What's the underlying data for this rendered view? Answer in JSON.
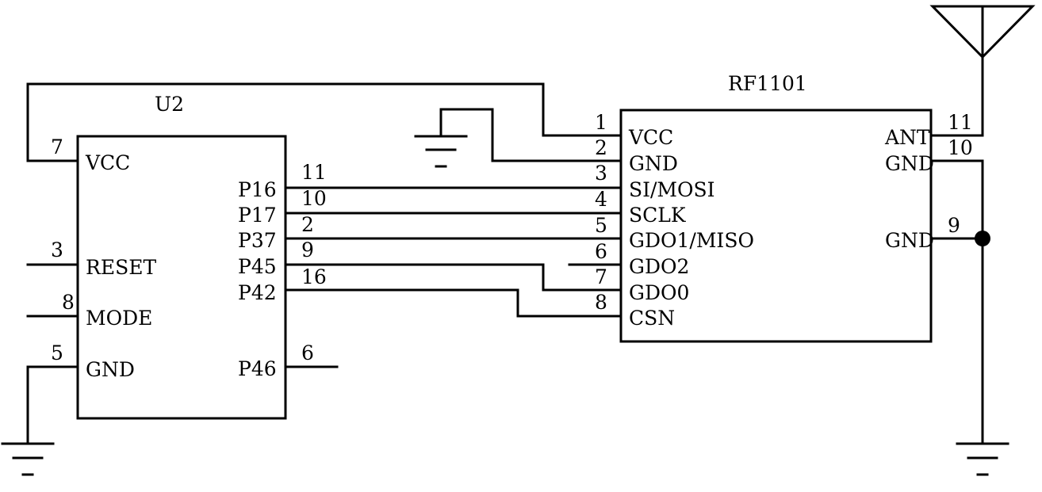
{
  "u2": {
    "designator": "U2",
    "pins": [
      {
        "num": "7",
        "name": "VCC"
      },
      {
        "num": "3",
        "name": "RESET"
      },
      {
        "num": "8",
        "name": "MODE"
      },
      {
        "num": "5",
        "name": "GND"
      },
      {
        "num": "11",
        "name": "P16"
      },
      {
        "num": "10",
        "name": "P17"
      },
      {
        "num": "2",
        "name": "P37"
      },
      {
        "num": "9",
        "name": "P45"
      },
      {
        "num": "16",
        "name": "P42"
      },
      {
        "num": "6",
        "name": "P46"
      }
    ]
  },
  "rf": {
    "designator": "RF1101",
    "pins": [
      {
        "num": "1",
        "name": "VCC"
      },
      {
        "num": "2",
        "name": "GND"
      },
      {
        "num": "3",
        "name": "SI/MOSI"
      },
      {
        "num": "4",
        "name": "SCLK"
      },
      {
        "num": "5",
        "name": "GDO1/MISO"
      },
      {
        "num": "6",
        "name": "GDO2"
      },
      {
        "num": "7",
        "name": "GDO0"
      },
      {
        "num": "8",
        "name": "CSN"
      },
      {
        "num": "11",
        "name": "ANT"
      },
      {
        "num": "10",
        "name": "GND"
      },
      {
        "num": "9",
        "name": "GND"
      }
    ]
  }
}
